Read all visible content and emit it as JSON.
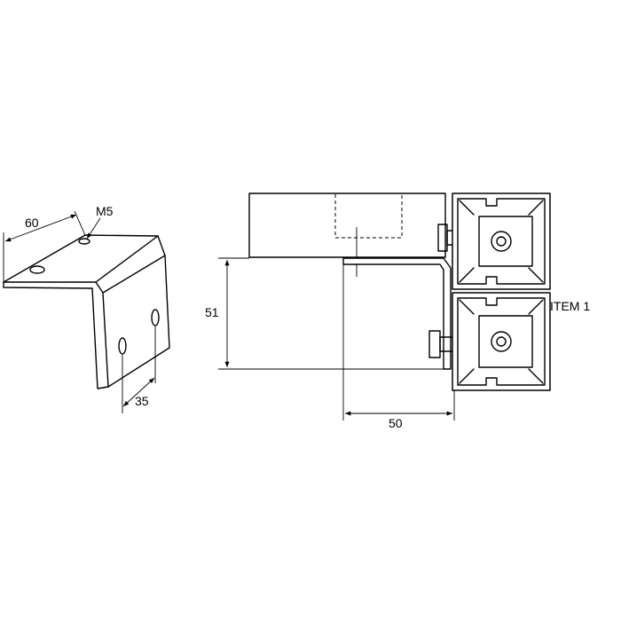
{
  "labels": {
    "dim_width": "60",
    "thread": "M5",
    "dim_hole_spacing": "35",
    "dim_height": "51",
    "dim_depth": "50",
    "item": "ITEM 1"
  }
}
